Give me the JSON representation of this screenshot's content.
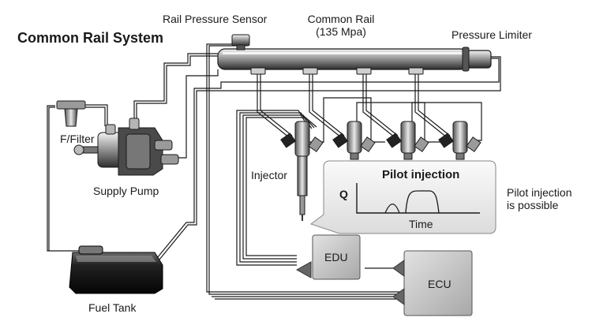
{
  "title": "Common Rail System",
  "labels": {
    "rail_pressure_sensor": "Rail Pressure Sensor",
    "common_rail": "Common Rail",
    "common_rail_pressure": "(135 Mpa)",
    "pressure_limiter": "Pressure Limiter",
    "filter": "F/Filter",
    "supply_pump": "Supply Pump",
    "injector": "Injector",
    "fuel_tank": "Fuel Tank",
    "edu": "EDU",
    "ecu": "ECU"
  },
  "callout": {
    "title": "Pilot injection",
    "y_axis": "Q",
    "x_axis": "Time"
  },
  "note": {
    "line1": "Pilot injection",
    "line2": "is possible"
  },
  "colors": {
    "line": "#1a1a1a",
    "metal_dark": "#3a3a3a",
    "metal_light": "#d8d8d8",
    "callout_bg": "#efefef",
    "module_bg": "#cfcfcf"
  }
}
